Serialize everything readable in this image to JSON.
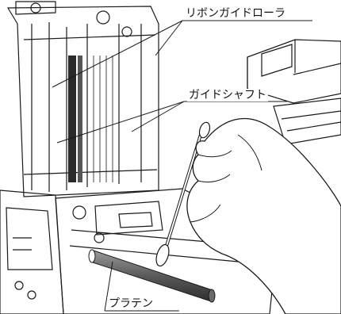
{
  "labels": {
    "ribbon_guide_roller": "リボンガイドローラ",
    "guide_shaft": "ガイドシャフト",
    "platen": "プラテン"
  },
  "colors": {
    "line": "#1a1a1a",
    "platen_dark": "#4a4a4a",
    "platen_light": "#8a8a8a",
    "background": "#ffffff"
  }
}
